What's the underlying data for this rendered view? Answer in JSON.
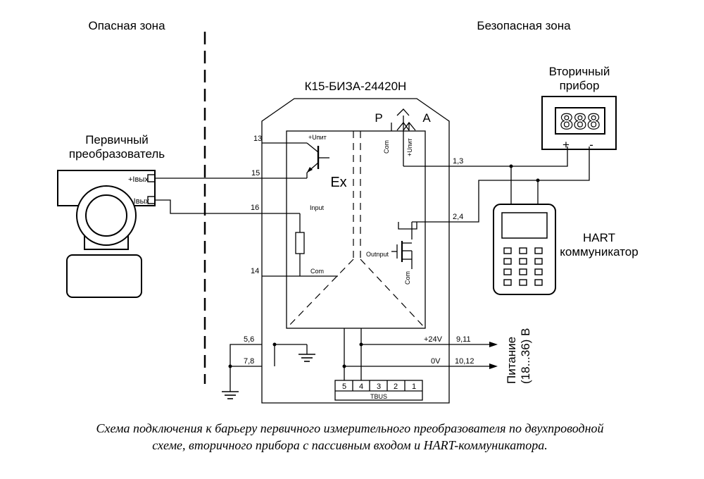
{
  "zones": {
    "danger": "Опасная зона",
    "safe": "Безопасная зона"
  },
  "barrier": {
    "model": "К15-БИЗА-24420Н",
    "ex": "Ex",
    "supply": "+Uпит",
    "input": "Input",
    "com": "Com",
    "outnput": "Outnput",
    "p": "P",
    "a": "A"
  },
  "pins": {
    "p13": "13",
    "p15": "15",
    "p16": "16",
    "p14": "14",
    "p13r": "1,3",
    "p24": "2,4",
    "p56": "5,6",
    "p78": "7,8",
    "p911": "9,11",
    "p1012": "10,12"
  },
  "power": {
    "plus": "+24V",
    "zero": "0V",
    "label_line1": "Питание",
    "label_line2": "(18...36) В"
  },
  "tbus": {
    "label": "TBUS",
    "cells": [
      "5",
      "4",
      "3",
      "2",
      "1"
    ]
  },
  "primary": {
    "title_line1": "Первичный",
    "title_line2": "преобразователь",
    "plus_out": "+Iвых",
    "minus_out": "-Iвых"
  },
  "secondary": {
    "title_line1": "Вторичный",
    "title_line2": "прибор",
    "display": "888",
    "plus": "+",
    "minus": "-"
  },
  "hart": {
    "title_line1": "HART",
    "title_line2": "коммуникатор"
  },
  "caption": {
    "line1": "Схема подключения к барьеру первичного измерительного преобразователя по двухпроводной",
    "line2": "схеме, вторичного прибора с пассивным входом и HART-коммуникатора."
  }
}
